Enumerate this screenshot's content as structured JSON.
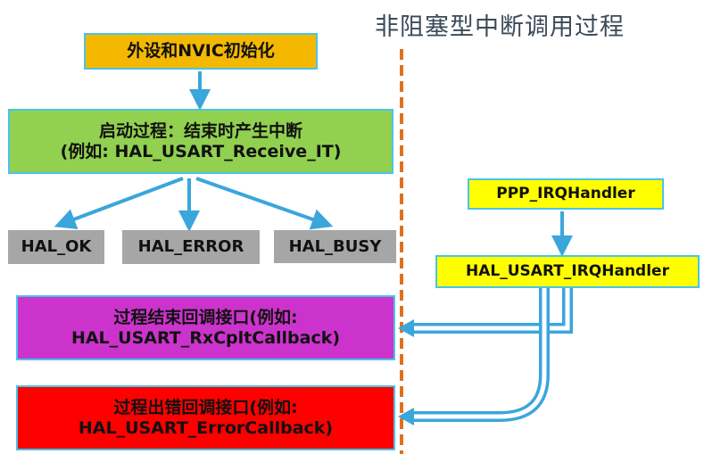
{
  "title": "非阻塞型中断调用过程",
  "nodes": {
    "init": {
      "label": "外设和NVIC初始化",
      "fill": "#f5b800",
      "border": "#48c4ea"
    },
    "start": {
      "line1": "启动过程：结束时产生中断",
      "line2": "(例如: HAL_USART_Receive_IT)",
      "fill": "#92d050",
      "border": "#48c4ea"
    },
    "hal_ok": {
      "label": "HAL_OK",
      "fill": "#a6a6a6"
    },
    "hal_error": {
      "label": "HAL_ERROR",
      "fill": "#a6a6a6"
    },
    "hal_busy": {
      "label": "HAL_BUSY",
      "fill": "#a6a6a6"
    },
    "ppp_irq": {
      "label": "PPP_IRQHandler",
      "fill": "#ffff00",
      "border": "#48c4ea"
    },
    "usart_irq": {
      "label": "HAL_USART_IRQHandler",
      "fill": "#ffff00",
      "border": "#48c4ea"
    },
    "cplt_cb": {
      "line1": "过程结束回调接口(例如:",
      "line2": "HAL_USART_RxCpltCallback)",
      "fill": "#cc33cc",
      "border": "#48c4ea"
    },
    "err_cb": {
      "line1": "过程出错回调接口(例如:",
      "line2": "HAL_USART_ErrorCallback)",
      "fill": "#ff0000",
      "border": "#48c4ea"
    }
  },
  "colors": {
    "arrow": "#3aa6dc",
    "divider": "#e07020"
  }
}
